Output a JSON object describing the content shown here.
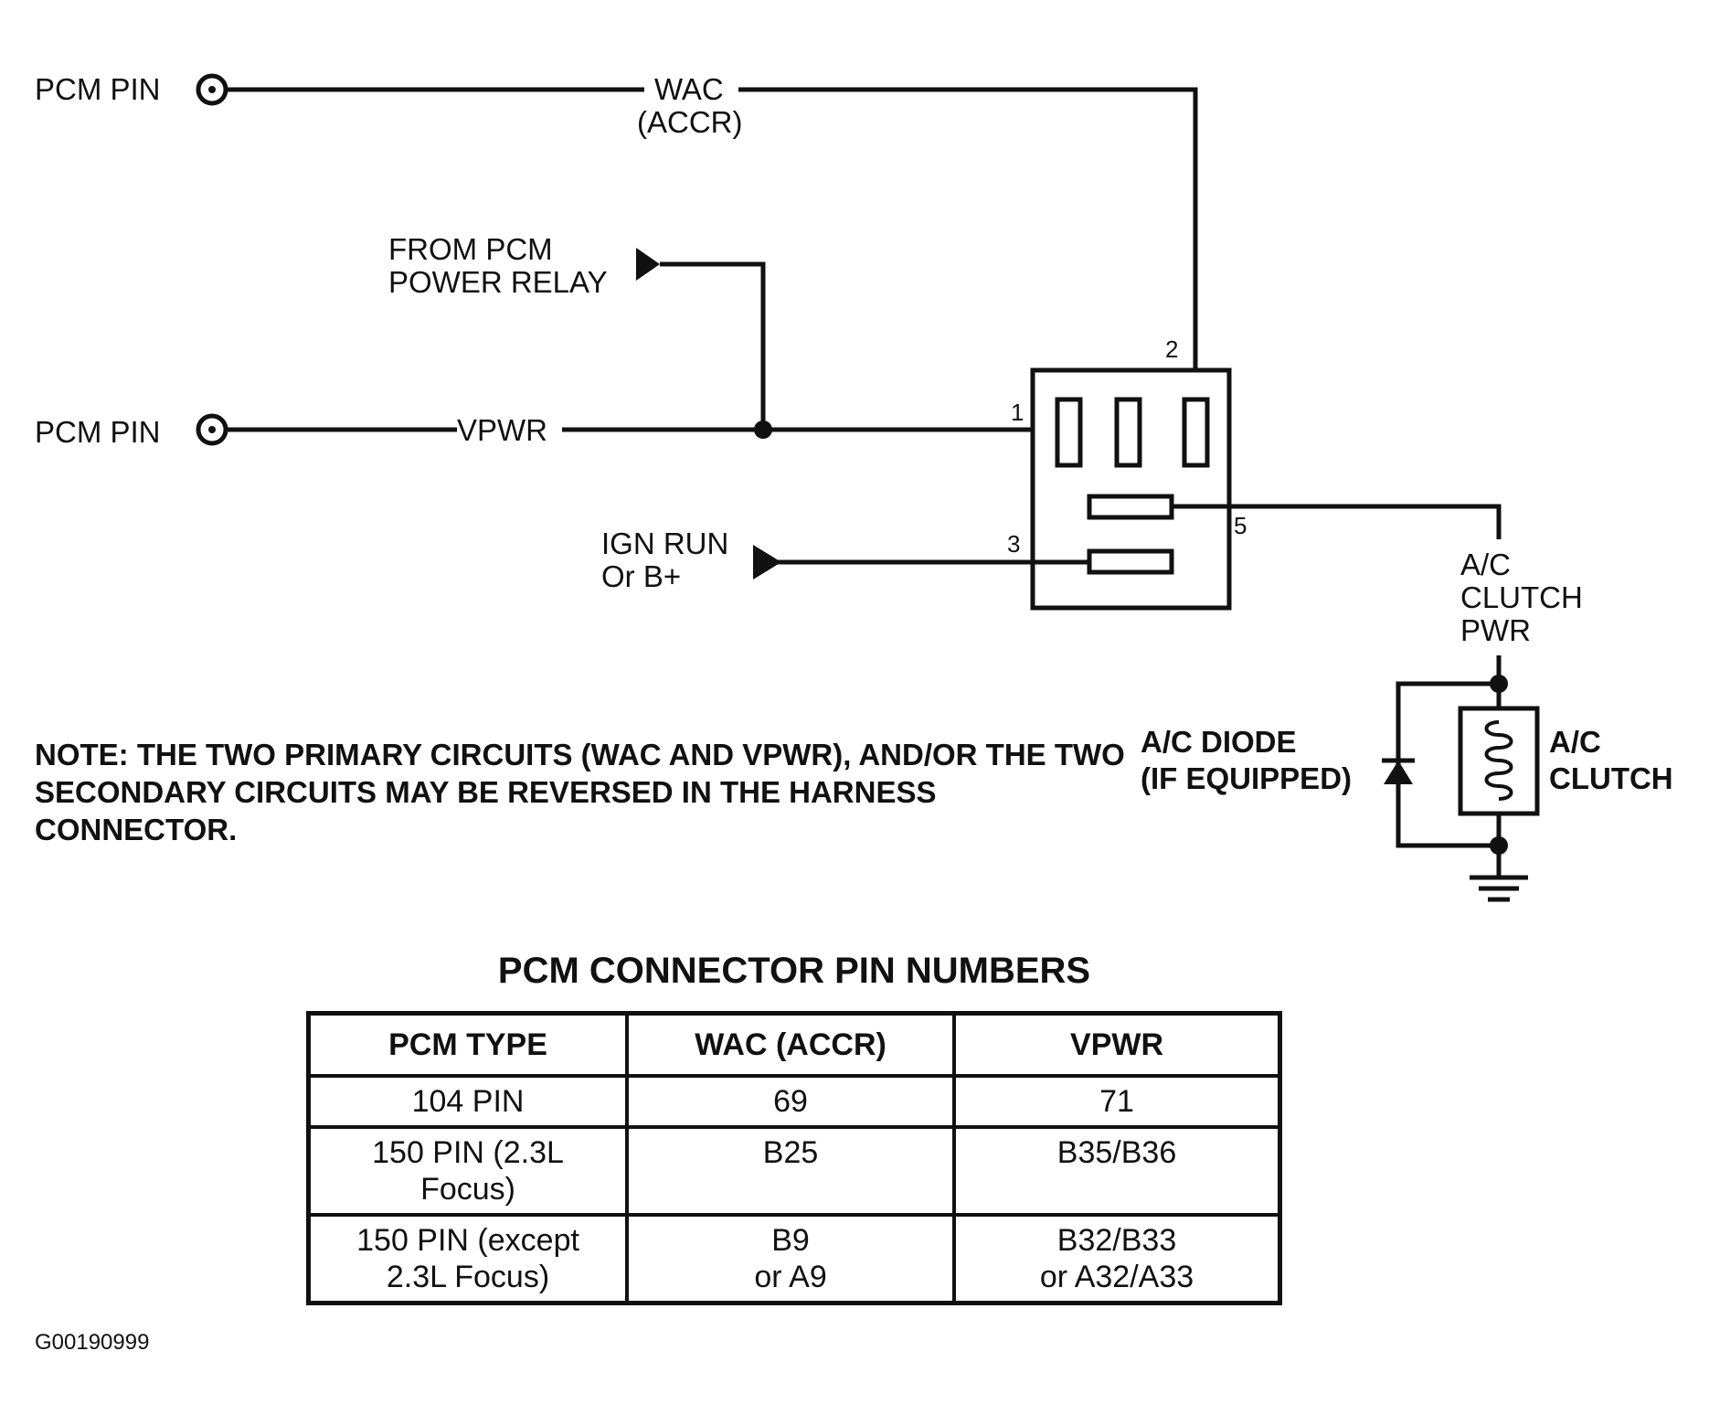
{
  "labels": {
    "pcm_pin_top": "PCM PIN",
    "pcm_pin_bottom": "PCM PIN",
    "wac": "WAC",
    "accr": "(ACCR)",
    "from_pcm_line1": "FROM PCM",
    "from_pcm_line2": "POWER RELAY",
    "vpwr": "VPWR",
    "ign_run_line1": "IGN RUN",
    "ign_run_line2": "Or B+",
    "pin1": "1",
    "pin2": "2",
    "pin3": "3",
    "pin5": "5",
    "ac_clutch_pwr_line1": "A/C",
    "ac_clutch_pwr_line2": "CLUTCH",
    "ac_clutch_pwr_line3": "PWR",
    "ac_diode_line1": "A/C DIODE",
    "ac_diode_line2": "(IF EQUIPPED)",
    "ac_clutch_line1": "A/C",
    "ac_clutch_line2": "CLUTCH"
  },
  "note": "NOTE: THE TWO PRIMARY CIRCUITS (WAC AND VPWR), AND/OR THE TWO SECONDARY CIRCUITS MAY BE REVERSED IN THE HARNESS CONNECTOR.",
  "table": {
    "title": "PCM CONNECTOR PIN NUMBERS",
    "headers": [
      "PCM TYPE",
      "WAC (ACCR)",
      "VPWR"
    ],
    "rows": [
      [
        "104 PIN",
        "69",
        "71"
      ],
      [
        "150 PIN (2.3L\nFocus)",
        "B25",
        "B35/B36"
      ],
      [
        "150 PIN (except\n2.3L  Focus)",
        "B9\nor A9",
        "B32/B33\nor A32/A33"
      ]
    ]
  },
  "figure_id": "G00190999"
}
